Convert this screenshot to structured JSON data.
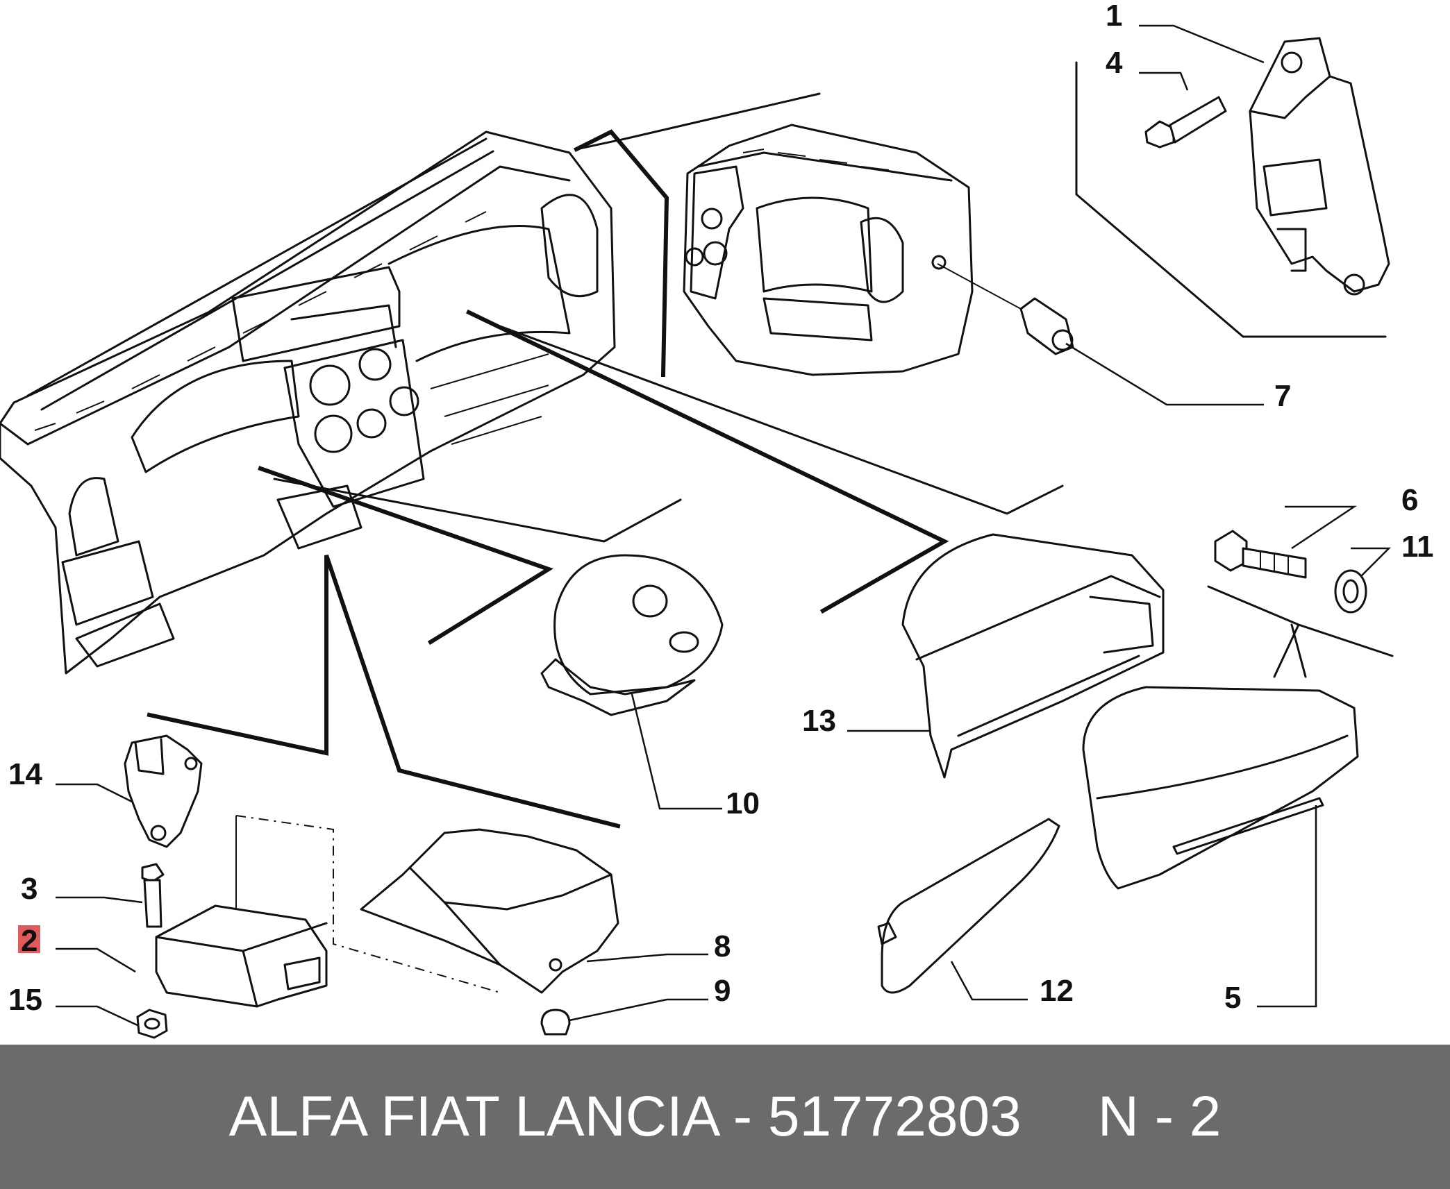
{
  "footer": {
    "brand_part": "ALFA FIAT LANCIA - 51772803",
    "ref": "N - 2"
  },
  "callouts": [
    {
      "id": "1",
      "label": "1",
      "highlighted": false
    },
    {
      "id": "4",
      "label": "4",
      "highlighted": false
    },
    {
      "id": "7",
      "label": "7",
      "highlighted": false
    },
    {
      "id": "6",
      "label": "6",
      "highlighted": false
    },
    {
      "id": "11",
      "label": "11",
      "highlighted": false
    },
    {
      "id": "13",
      "label": "13",
      "highlighted": false
    },
    {
      "id": "10",
      "label": "10",
      "highlighted": false
    },
    {
      "id": "14",
      "label": "14",
      "highlighted": false
    },
    {
      "id": "3",
      "label": "3",
      "highlighted": false
    },
    {
      "id": "2",
      "label": "2",
      "highlighted": true
    },
    {
      "id": "15",
      "label": "15",
      "highlighted": false
    },
    {
      "id": "8",
      "label": "8",
      "highlighted": false
    },
    {
      "id": "9",
      "label": "9",
      "highlighted": false
    },
    {
      "id": "12",
      "label": "12",
      "highlighted": false
    },
    {
      "id": "5",
      "label": "5",
      "highlighted": false
    }
  ],
  "colors": {
    "footer_bg": "#6b6b6b",
    "highlight": "#e25b5b",
    "line": "#111111"
  }
}
